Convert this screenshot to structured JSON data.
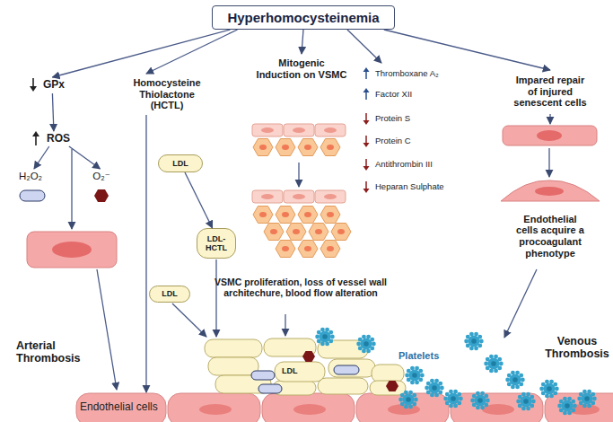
{
  "diagram": {
    "nodes": [
      {
        "text": [
          "Hyperhomocysteinemia"
        ]
      },
      {
        "text": [
          "GPx"
        ]
      },
      {
        "text": [
          "ROS"
        ]
      },
      {
        "text": [
          "H₂O₂"
        ]
      },
      {
        "text": [
          "O₂⁻"
        ]
      },
      {
        "text": [
          "Homocysteine Thiolactone (HCTL)"
        ]
      },
      {
        "text": [
          "LDL"
        ]
      },
      {
        "text": [
          "LDL-HCTL"
        ]
      },
      {
        "text": [
          "LDL"
        ]
      },
      {
        "text": [
          "Mitogenic Induction on VSMC"
        ]
      },
      {
        "text": [
          "VSMC proliferation, loss of vessel wall architechure, blood flow alteration"
        ]
      },
      {
        "text": [
          "Thromboxane A₂",
          "Factor XII",
          "Protein S",
          "Protein C",
          "Antithrombin III",
          "Heparan Sulphate"
        ]
      },
      {
        "text": [
          "Impared repair of injured senescent cells"
        ]
      },
      {
        "text": [
          "Endothelial cells acquire a procoagulant phenotype"
        ]
      },
      {
        "text": [
          "Endothelial cells"
        ]
      }
    ],
    "edges": [
      {
        "from": 0,
        "to": 1,
        "arrow": "to"
      },
      {
        "from": 0,
        "to": 5,
        "arrow": "to"
      },
      {
        "from": 0,
        "to": 9,
        "arrow": "to"
      },
      {
        "from": 0,
        "to": 11,
        "arrow": "to"
      },
      {
        "from": 0,
        "to": 12,
        "arrow": "to"
      },
      {
        "from": 1,
        "to": 2,
        "arrow": "to"
      },
      {
        "from": 2,
        "to": 3,
        "arrow": "to"
      },
      {
        "from": 2,
        "to": 4,
        "arrow": "to"
      },
      {
        "from": 5,
        "to": 14,
        "arrow": "to"
      },
      {
        "from": 6,
        "to": 7,
        "arrow": "to"
      }
    ],
    "labels": [
      "Arterial Thrombosis",
      "LDL",
      "Platelets",
      "Venous Thrombosis"
    ]
  }
}
